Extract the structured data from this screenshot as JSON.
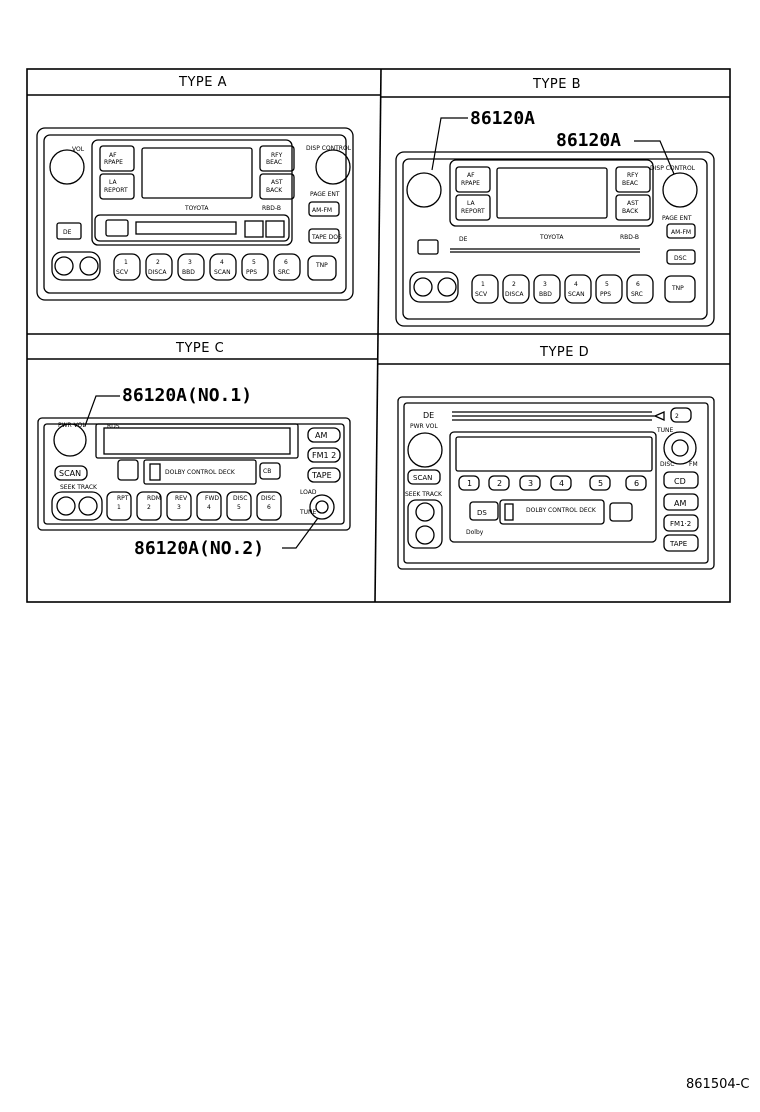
{
  "panels": [
    {
      "type_label": "TYPE A",
      "part_labels": []
    },
    {
      "type_label": "TYPE B",
      "part_labels": [
        "86120A",
        "86120A"
      ]
    },
    {
      "type_label": "TYPE C",
      "part_labels": [
        "86120A(NO.1)",
        "86120A(NO.2)"
      ]
    },
    {
      "type_label": "TYPE D",
      "part_labels": []
    }
  ],
  "diagram_code": "861504-C"
}
